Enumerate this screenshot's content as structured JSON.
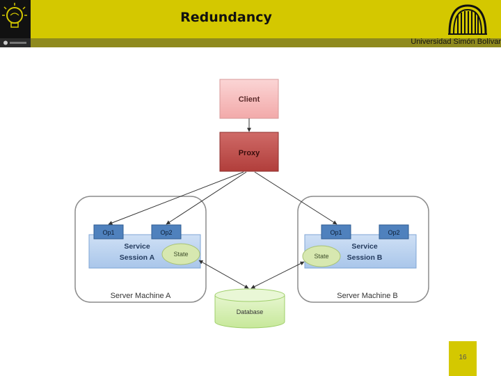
{
  "slide": {
    "title": "Redundancy",
    "institution": "Universidad Simón Bolívar",
    "page_number": "16"
  },
  "diagram": {
    "client": "Client",
    "proxy": "Proxy",
    "machine_a": {
      "label": "Server Machine A",
      "op1": "Op1",
      "op2": "Op2",
      "service_line1": "Service",
      "service_line2": "Session A",
      "state": "State"
    },
    "machine_b": {
      "label": "Server Machine B",
      "op1": "Op1",
      "op2": "Op2",
      "service_line1": "Service",
      "service_line2": "Session B",
      "state": "State"
    },
    "database": "Database"
  },
  "colors": {
    "header": "#d4c800",
    "client_fill": "#f4b8b8",
    "proxy_fill": "#c0504d",
    "op_fill": "#4f81bd",
    "service_fill": "#b8d1ee",
    "state_fill": "#d7e8b0",
    "database_fill": "#d7efb5"
  }
}
